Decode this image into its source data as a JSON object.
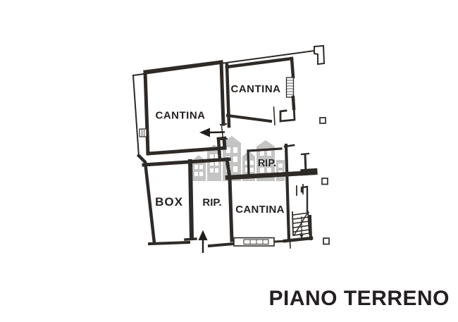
{
  "title": {
    "text": "PIANO TERRENO"
  },
  "floor_plan": {
    "rooms": [
      {
        "name": "cantina-upper-left",
        "label": "CANTINA"
      },
      {
        "name": "cantina-upper-right",
        "label": "CANTINA"
      },
      {
        "name": "rip-middle",
        "label": "RIP."
      },
      {
        "name": "box",
        "label": "BOX"
      },
      {
        "name": "rip-lower",
        "label": "RIP."
      },
      {
        "name": "cantina-lower",
        "label": "CANTINA"
      }
    ],
    "icons": {
      "entrance_arrow_left": "arrow-left",
      "entrance_arrow_up": "arrow-up",
      "staircase": "stairs-with-direction-arrow",
      "watermark": "houses-skyline-logo"
    },
    "colors": {
      "walls": "#2e2a27",
      "labels": "#262222",
      "title": "#242021",
      "watermark": "#8a8a8a",
      "background": "#ffffff"
    }
  }
}
